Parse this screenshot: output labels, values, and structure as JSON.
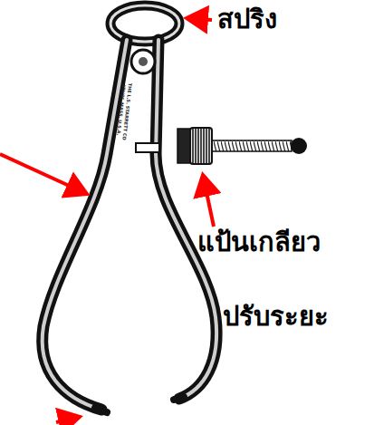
{
  "diagram": {
    "labels": [
      "สปริง",
      "แป้นเกลียว",
      "ปรับระยะ",
      "THE L.S. STARRETT CO",
      "ATHOL MASS. U.S.A."
    ]
  }
}
